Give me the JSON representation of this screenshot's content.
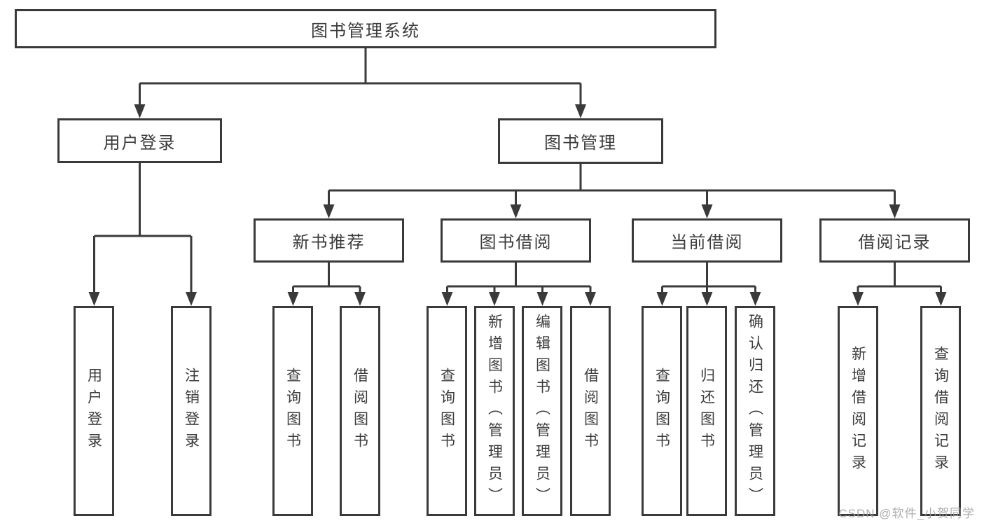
{
  "diagram": {
    "title": "图书管理系统",
    "level2": {
      "user_login": "用户登录",
      "book_management": "图书管理"
    },
    "level3": [
      "新书推荐",
      "图书借阅",
      "当前借阅",
      "借阅记录"
    ],
    "leaves": {
      "user_login": [
        "用户登录",
        "注销登录"
      ],
      "new_book_recommend": [
        "查询图书",
        "借阅图书"
      ],
      "book_borrow": [
        "查询图书",
        "新增图书（管理员）",
        "编辑图书（管理员）",
        "借阅图书"
      ],
      "current_borrow": [
        "查询图书",
        "归还图书",
        "确认归还（管理员）"
      ],
      "borrow_records": [
        "新增借阅记录",
        "查询借阅记录"
      ]
    }
  },
  "watermark": "CSDN @软件_小贺同学",
  "colors": {
    "line": "#3a3a3a",
    "box_border": "#3a3a3a",
    "text": "#3c3c3c",
    "background": "#ffffff",
    "watermark": "#a0a0a0"
  }
}
